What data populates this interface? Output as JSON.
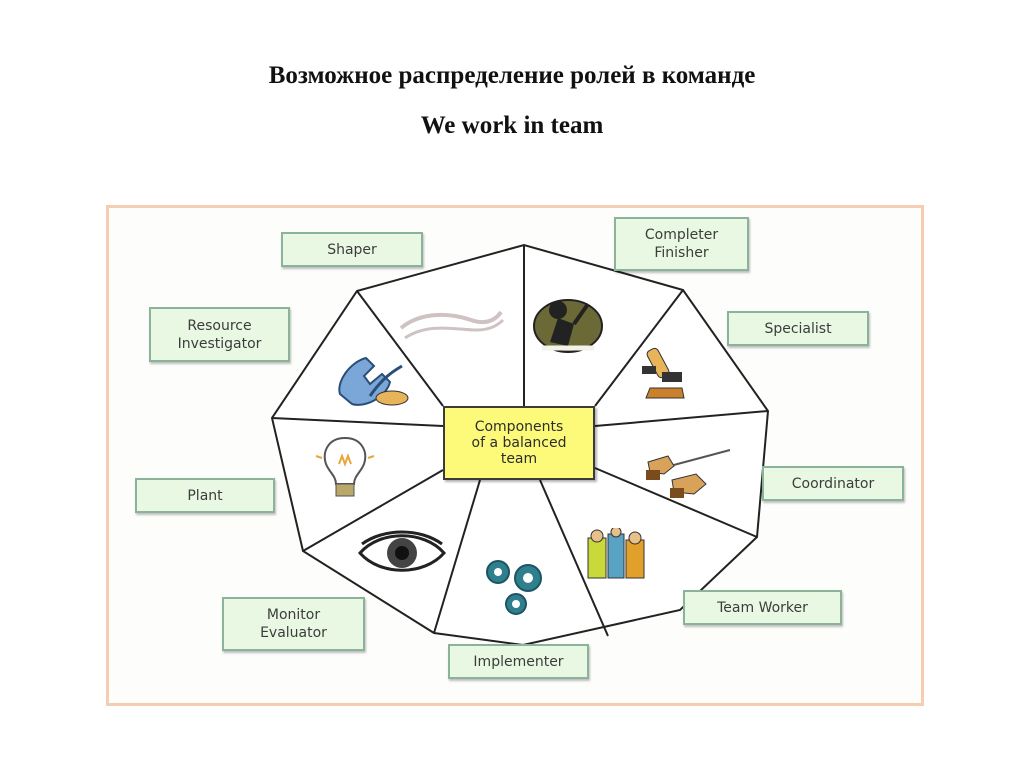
{
  "title": {
    "line1": "Возможное распределение ролей в команде",
    "line2": "We work in team"
  },
  "center": {
    "text": "Components\nof a balanced\nteam"
  },
  "roles": {
    "shaper": "Shaper",
    "completer_finisher": "Completer\nFinisher",
    "specialist": "Specialist",
    "coordinator": "Coordinator",
    "team_worker": "Team Worker",
    "implementer": "Implementer",
    "monitor_evaluator": "Monitor\nEvaluator",
    "plant": "Plant",
    "resource_investigator": "Resource\nInvestigator"
  },
  "icons": {
    "shaper": "curved-strokes-icon",
    "completer_finisher": "person-with-flag-icon",
    "specialist": "microscope-icon",
    "coordinator": "conductor-hands-icon",
    "team_worker": "teamwork-people-icon",
    "implementer": "gears-icon",
    "monitor_evaluator": "eye-icon",
    "plant": "light-bulb-icon",
    "resource_investigator": "telephone-icon"
  },
  "colors": {
    "frame_border": "#f4cdb3",
    "label_fill": "#e9f8e2",
    "label_border": "#8ab39a",
    "center_fill": "#fdfa7a"
  }
}
